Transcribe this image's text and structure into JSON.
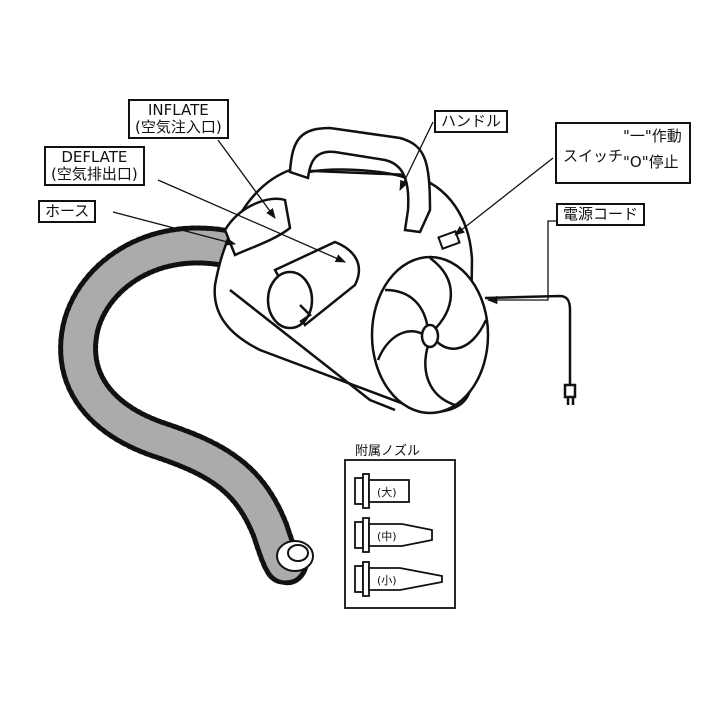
{
  "labels": {
    "inflate": "INFLATE",
    "inflate_sub": "(空気注入口)",
    "deflate": "DEFLATE",
    "deflate_sub": "(空気排出口)",
    "hose": "ホース",
    "handle": "ハンドル",
    "switch_prefix": "スイッチ",
    "switch_on": "\"一\"作動",
    "switch_off": "\"O\"停止",
    "power_cord": "電源コード"
  },
  "nozzles": {
    "title": "附属ノズル",
    "large": "(大)",
    "medium": "(中)",
    "small": "(小)"
  }
}
